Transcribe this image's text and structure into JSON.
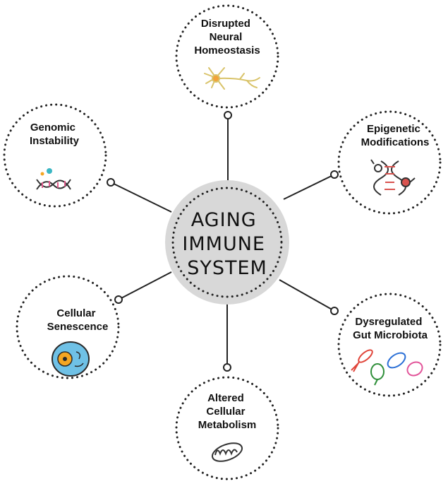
{
  "center": {
    "lines": [
      "AGING",
      "IMMUNE",
      "SYSTEM"
    ],
    "fill_color": "#d8d8d8"
  },
  "nodes": [
    {
      "id": "neural",
      "lines": [
        "Disrupted",
        "Neural",
        "Homeostasis"
      ],
      "icon": "neuron-icon"
    },
    {
      "id": "epigenetic",
      "lines": [
        "Epigenetic",
        "Modifications"
      ],
      "icon": "methylated-dna-icon"
    },
    {
      "id": "microbiota",
      "lines": [
        "Dysregulated",
        "Gut Microbiota"
      ],
      "icon": "bacteria-icon"
    },
    {
      "id": "metabolism",
      "lines": [
        "Altered",
        "Cellular",
        "Metabolism"
      ],
      "icon": "mitochondrion-icon"
    },
    {
      "id": "senescence",
      "lines": [
        "Cellular",
        "Senescence"
      ],
      "icon": "cell-icon"
    },
    {
      "id": "genomic",
      "lines": [
        "Genomic",
        "Instability"
      ],
      "icon": "dna-helix-icon"
    }
  ],
  "colors": {
    "line": "#222222",
    "neuron": "#d9c36a",
    "dna_red": "#d9534f",
    "cell_blue": "#6fc1e6",
    "cell_orange": "#f5a623",
    "bacteria_red": "#e0453a",
    "bacteria_blue": "#2a6fd6",
    "bacteria_green": "#2f8f3a",
    "bacteria_pink": "#e2559a",
    "dna_teal": "#3bb7c4",
    "dna_pink": "#e05a8c"
  }
}
